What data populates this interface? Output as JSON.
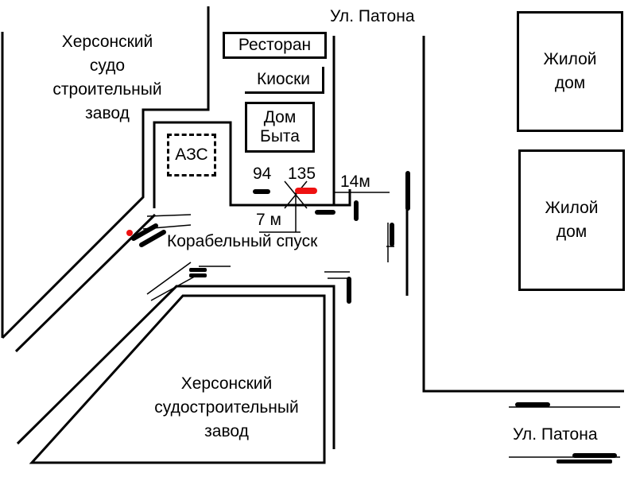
{
  "labels": {
    "factory_top": "Херсонский\nсудо\nстроительный\nзавод",
    "factory_bottom": "Херсонский\nсудостроительный\nзавод",
    "street_top": "Ул. Патона",
    "street_bottom": "Ул. Патона",
    "restaurant": "Ресторан",
    "kiosks": "Киоски",
    "dom_byta": "Дом\nБыта",
    "azs": "АЗС",
    "house_1": "Жилой\nдом",
    "house_2": "Жилой\nдом",
    "street_korabelny": "Корабельный спуск"
  },
  "markers": {
    "m94": "94",
    "m135": "135",
    "dist_14": "14м",
    "dist_7": "7 м"
  },
  "colors": {
    "lines": "#000000",
    "highlight": "#ee1111",
    "watermark": "#c8d2ee"
  }
}
